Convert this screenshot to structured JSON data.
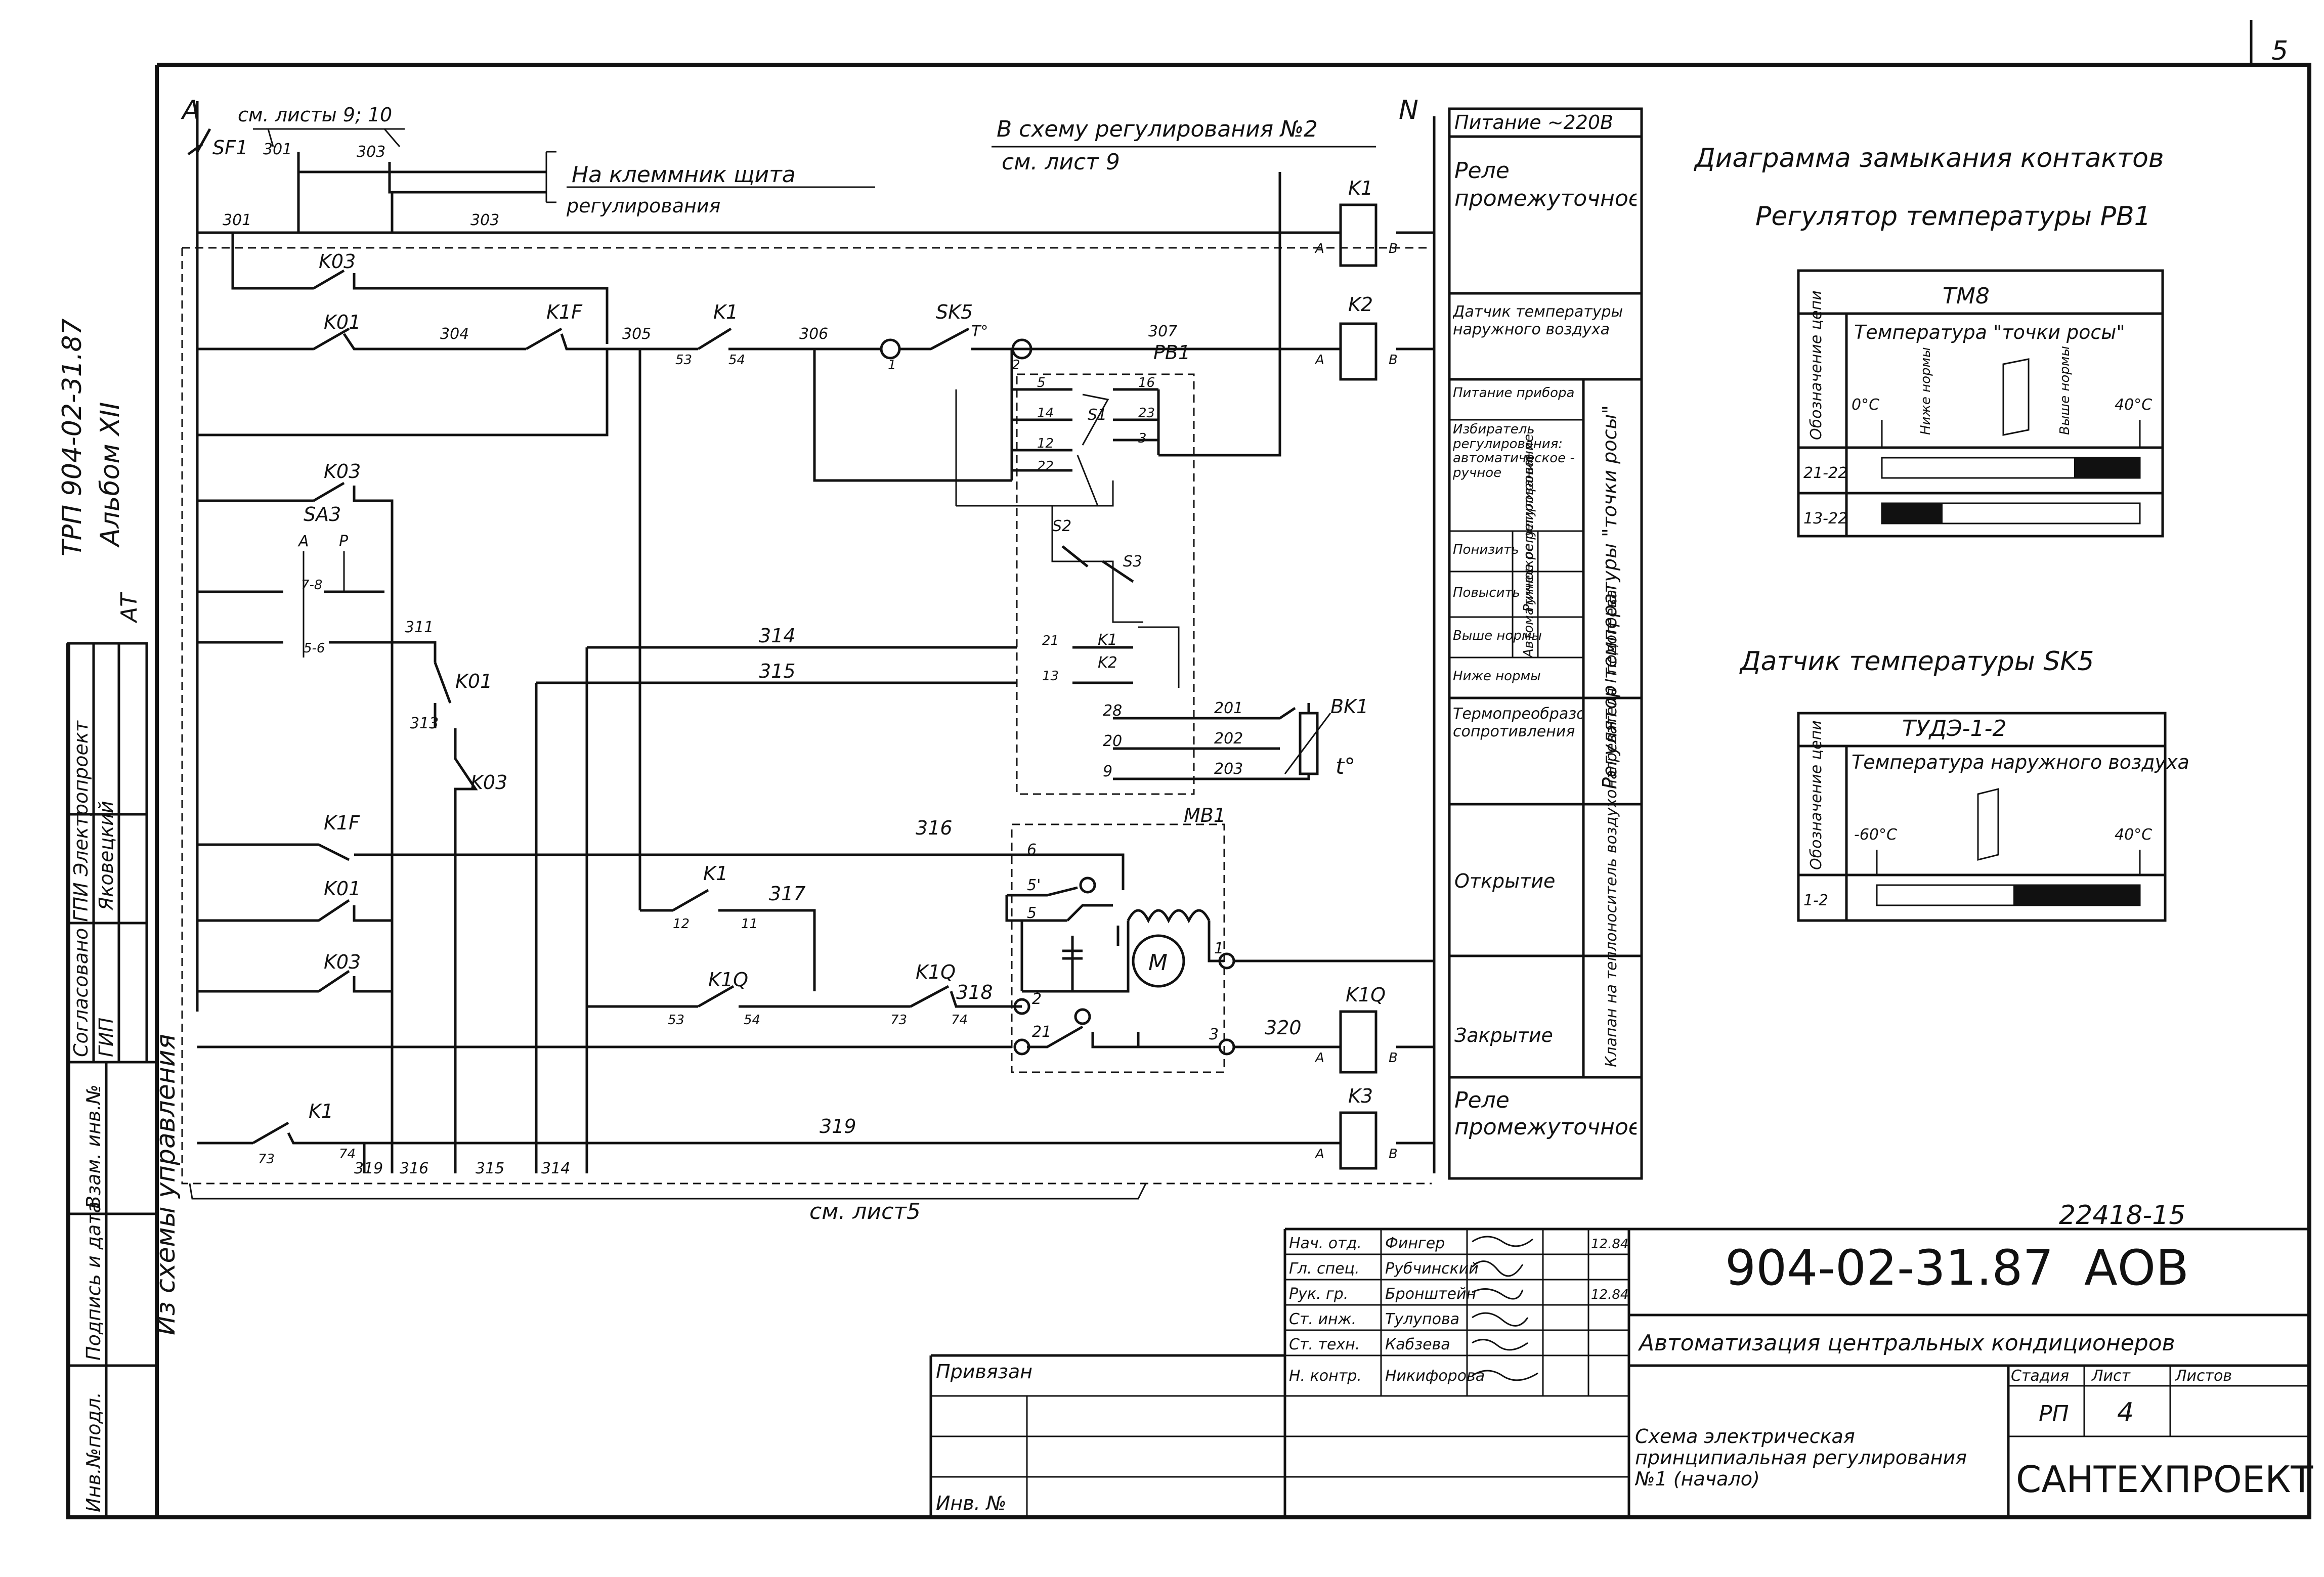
{
  "sheet_number": "5",
  "archive_number": "22418-15",
  "side_stamp": {
    "line1": "ТРП 904-02-31.87",
    "line2": "Альбом XII",
    "initials": "АТ"
  },
  "approval_block": {
    "header": "Согласовано ГПИ Электропроект",
    "gip": "ГИП",
    "name": "Яковецкий"
  },
  "left_frame": {
    "inv_orig": "Инв.№подл.",
    "sign_date": "Подпись и дата",
    "replaced_inv": "Взам. инв.№"
  },
  "schematic": {
    "bus_a": "A",
    "bus_n": "N",
    "sheets_ref_top": "см. листы 9; 10",
    "to_terminal": "На клеммник щита",
    "regulation": "регулирования",
    "to_scheme_2": "В схему регулирования №2",
    "see_sheet_9": "см. лист 9",
    "from_control": "Из схемы управления",
    "see_sheet_5": "см. лист5",
    "sf1": "SF1",
    "w301a": "301",
    "w303a": "303",
    "w301": "301",
    "w303": "303",
    "w304": "304",
    "w305": "305",
    "w306": "306",
    "w307": "307",
    "w311": "311",
    "w313": "313",
    "w314": "314",
    "w315": "315",
    "w316": "316",
    "w317": "317",
    "w318": "318",
    "w319": "319",
    "w320": "320",
    "w201": "201",
    "w202": "202",
    "w203": "203",
    "b319": "319",
    "b316": "316",
    "b315": "315",
    "b314": "314",
    "k03a": "K03",
    "k01a": "K01",
    "k1f": "K1F",
    "k1a": "K1",
    "sk5": "SK5",
    "t_deg": "T°",
    "pb1": "PB1",
    "k03b": "K03",
    "sa3": "SA3",
    "sa3_a": "A",
    "sa3_p": "Р",
    "sa3_78": "7-8",
    "sa3_56": "5-6",
    "k01b": "K01",
    "k03c": "K03",
    "k1f2": "K1F",
    "k01c": "K01",
    "k03d": "K03",
    "k1b": "K1",
    "k1q": "K1Q",
    "k1q2": "K1Q",
    "k1c": "K1",
    "s1": "S1",
    "s2": "S2",
    "s3": "S3",
    "ck1": "K1",
    "ck2": "K2",
    "bk1": "BK1",
    "t_sym": "t°",
    "mb1": "MB1",
    "m": "M",
    "coil_k1": "K1",
    "coil_k2": "K2",
    "coil_k1q": "K1Q",
    "coil_k3": "K3",
    "coil_a": "A",
    "coil_b": "B",
    "pin_53": "53",
    "pin_54": "54",
    "pin_1": "1",
    "pin_2": "2",
    "pin_3": "3",
    "pin_5": "5",
    "pin_5p": "5'",
    "pin_6": "6",
    "pin_11": "11",
    "pin_12": "12",
    "pin_13": "13",
    "pin_14": "14",
    "pin_16": "16",
    "pin_20": "20",
    "pin_21": "21",
    "pin_22": "22",
    "pin_23": "23",
    "pin_28": "28",
    "pin_9": "9",
    "pin_73": "73",
    "pin_74": "74"
  },
  "legend_column": {
    "power": "Питание ~220В",
    "relay_top": "Реле промежуточное",
    "outdoor_sensor": "Датчик температуры наружного воздуха",
    "device_power": "Питание прибора",
    "mode_selector": "Избиратель регулирования: автоматическое - ручное",
    "lower": "Понизить",
    "raise": "Повысить",
    "manual_reg": "Ручное регулирование",
    "above_norm": "Выше нормы",
    "below_norm": "Ниже нормы",
    "auto_reg": "Автоматическое регулирование",
    "thermistor": "Термопреобразователь сопротивления",
    "regulator": "Регулятор температуры \"точки росы\"",
    "opening": "Открытие",
    "closing": "Закрытие",
    "valve": "Клапан на теплоноситель воздухонагревателя I подогрева",
    "relay_bottom": "Реле промежуточное"
  },
  "right_diagrams": {
    "title": "Диаграмма замыкания контактов",
    "reg_title": "Регулятор температуры РВ1",
    "tm8": "ТМ8",
    "dew_header": "Температура \"точки росы\"",
    "circuit_label": "Обозначение цепи",
    "zero": "0°С",
    "below": "Ниже нормы",
    "above": "Выше нормы",
    "forty": "40°С",
    "row1": "21-22",
    "row2": "13-22",
    "sensor_title": "Датчик температуры SK5",
    "tude": "ТУДЭ-1-2",
    "outdoor_header": "Температура наружного воздуха",
    "minus60": "-60°С",
    "forty2": "40°С",
    "row3": "1-2"
  },
  "title_block": {
    "code": "904-02-31.87",
    "suffix": "АОВ",
    "project": "Автоматизация центральных кондиционеров",
    "drawing": "Схема электрическая принципиальная регулирования №1 (начало)",
    "stage_h": "Стадия",
    "sheet_h": "Лист",
    "sheets_h": "Листов",
    "stage": "РП",
    "sheet": "4",
    "org": "САНТЕХПРОЕКТ",
    "bound": "Привязан",
    "inv": "Инв. №",
    "date1": "12.84",
    "date2": "12.84",
    "roles": [
      {
        "role": "Нач. отд.",
        "name": "Фингер"
      },
      {
        "role": "Гл. спец.",
        "name": "Рубчинский"
      },
      {
        "role": "Рук. гр.",
        "name": "Бронштейн"
      },
      {
        "role": "Ст. инж.",
        "name": "Тулупова"
      },
      {
        "role": "Ст. техн.",
        "name": "Кабзева"
      },
      {
        "role": "Н. контр.",
        "name": "Никифорова"
      }
    ]
  }
}
